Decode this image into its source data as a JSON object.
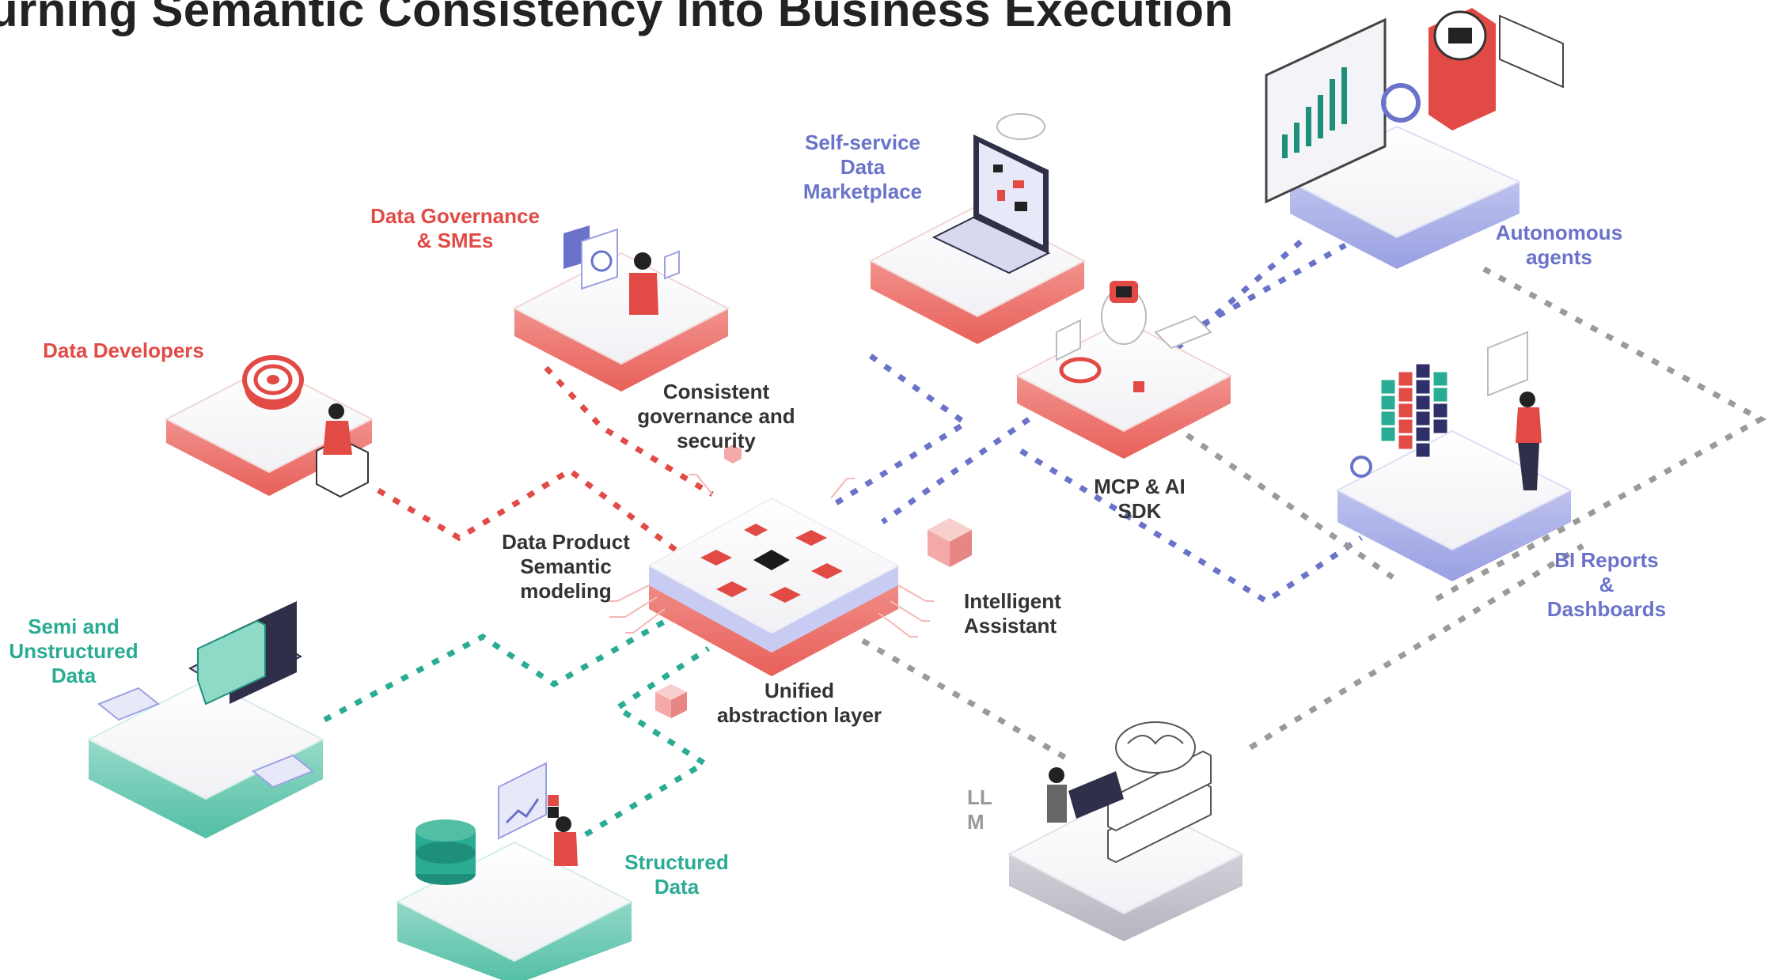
{
  "title": "urning Semantic Consistency Into Business Execution",
  "colors": {
    "red": "#e24a45",
    "blue": "#6a73c9",
    "teal": "#2aab93",
    "gray": "#999999",
    "label_dark": "#333333"
  },
  "nodes": {
    "hub": {
      "label": "Data Product\nSemantic\nmodeling"
    },
    "data_developers": {
      "label": "Data Developers"
    },
    "data_governance": {
      "label": "Data Governance\n& SMEs"
    },
    "self_service": {
      "label": "Self-service\nData\nMarketplace"
    },
    "autonomous_agents": {
      "label": "Autonomous\nagents"
    },
    "bi_reports": {
      "label": "BI Reports\n&\nDashboards"
    },
    "semi_unstructured": {
      "label": "Semi and\nUnstructured\nData"
    },
    "structured_data": {
      "label": "Structured\nData"
    },
    "llm": {
      "label": "LL\nM"
    }
  },
  "annotations": {
    "governance_security": "Consistent\ngovernance and\nsecurity",
    "mcp_sdk": "MCP & AI\nSDK",
    "intelligent_assistant": "Intelligent\nAssistant",
    "unified_layer": "Unified\nabstraction layer"
  },
  "icons": {
    "hub": "semantic-hub-icon",
    "data_developers": "developer-target-icon",
    "data_governance": "governance-touchscreen-icon",
    "self_service": "laptop-cloud-icon",
    "mcp": "robot-sdk-icon",
    "autonomous_agents": "robot-dashboard-icon",
    "bi_reports": "cube-chart-icon",
    "semi_unstructured": "laptop-folder-icon",
    "structured_data": "database-chart-icon",
    "llm": "brain-server-icon",
    "intelligent_assistant": "pink-cube-icon",
    "unified_layer": "pink-cube-icon"
  }
}
